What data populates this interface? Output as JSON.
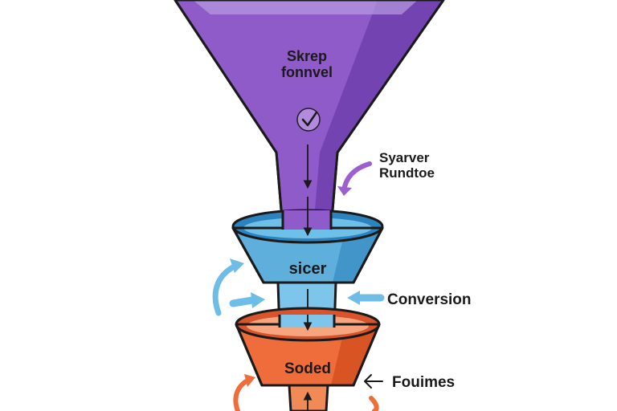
{
  "funnel": {
    "top": {
      "line1": "Skrep",
      "line2": "fonnvel",
      "color": "#8e5bc9"
    },
    "middle": {
      "label": "sicer",
      "color": "#5eafdb"
    },
    "bottom": {
      "label": "Soded",
      "color": "#ef6d3a"
    }
  },
  "callouts": {
    "purple": {
      "line1": "Syarver",
      "line2": "Rundtoe",
      "color": "#9b5fd0"
    },
    "blue": {
      "label": "Conversion",
      "color": "#6ebde6"
    },
    "orange": {
      "label": "Fouimes",
      "color": "#ef6d3a"
    }
  },
  "icons": [
    "check-icon",
    "down-arrow-icon",
    "curved-arrow-icon",
    "right-arrow-icon",
    "left-arrow-icon"
  ]
}
